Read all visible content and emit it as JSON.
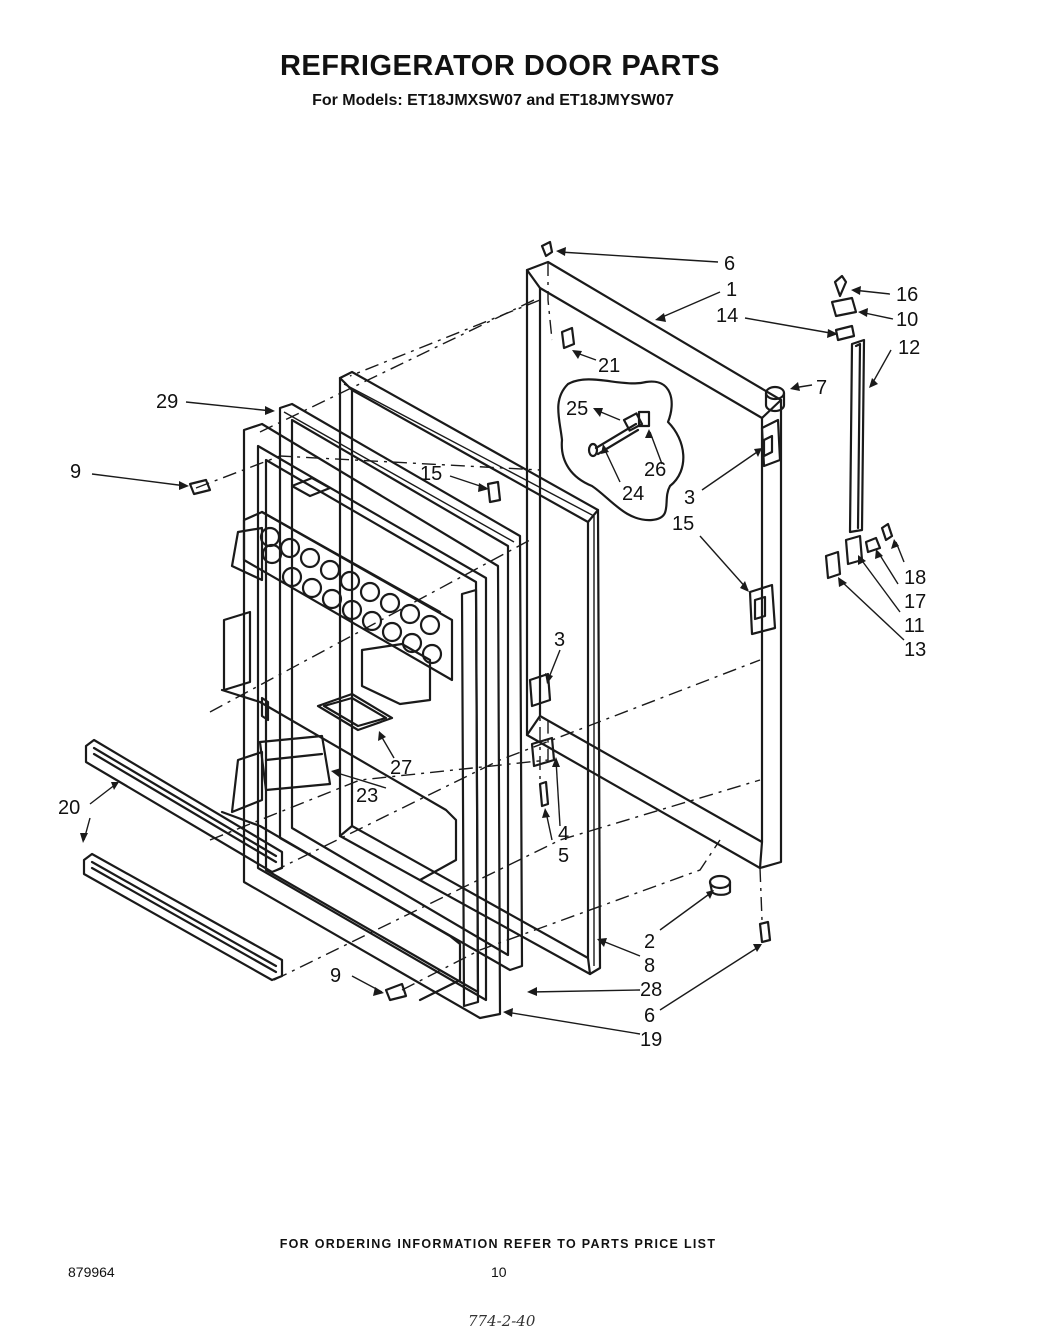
{
  "header": {
    "title": "REFRIGERATOR DOOR PARTS",
    "subtitle": "For Models: ET18JMXSW07 and ET18JMYSW07"
  },
  "callouts": [
    "6",
    "1",
    "16",
    "14",
    "10",
    "12",
    "21",
    "7",
    "29",
    "25",
    "26",
    "24",
    "3",
    "9",
    "15",
    "15",
    "18",
    "17",
    "11",
    "13",
    "3",
    "27",
    "23",
    "4",
    "5",
    "20",
    "2",
    "8",
    "9",
    "28",
    "6",
    "19"
  ],
  "footer": {
    "ordering_note": "FOR ORDERING INFORMATION REFER TO PARTS PRICE LIST",
    "doc_number": "879964",
    "page_number": "10",
    "hand_mark": "774-2-40"
  }
}
